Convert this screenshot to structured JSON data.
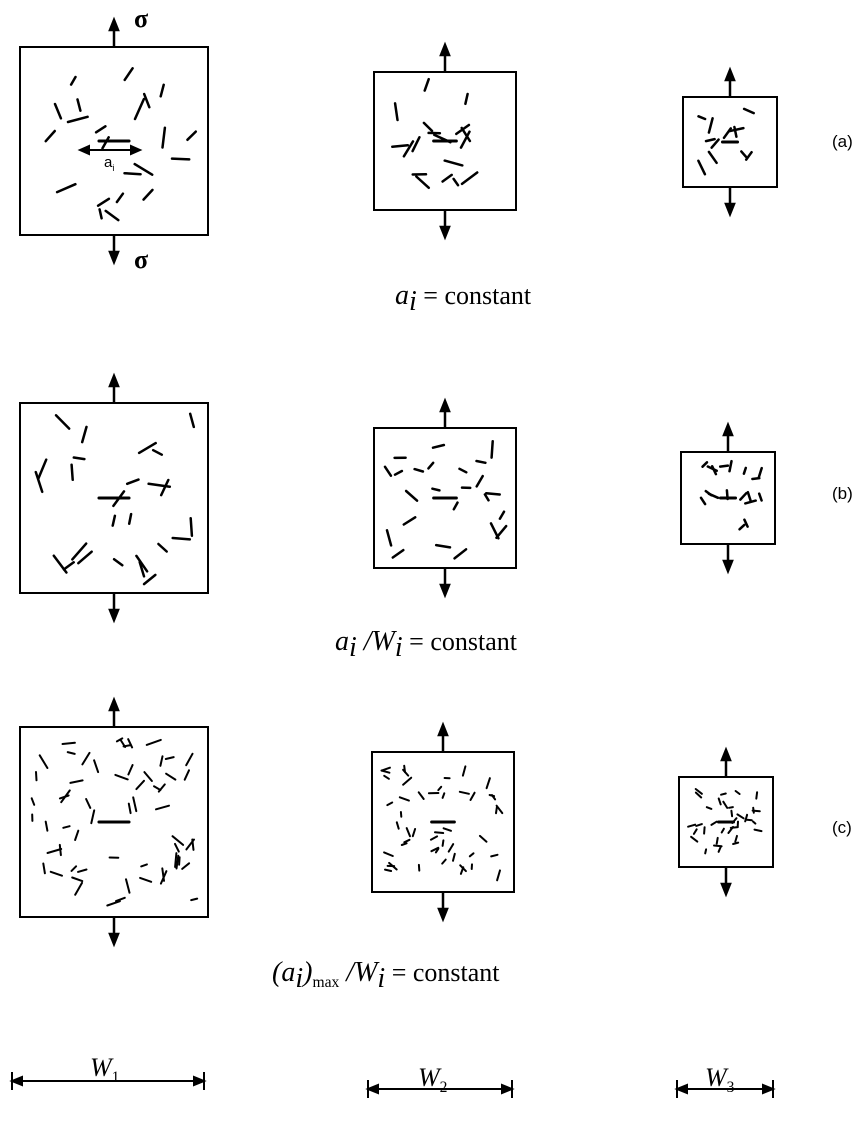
{
  "rows": [
    {
      "case_label": "(a)",
      "caption_main": "a",
      "caption_sub": "i",
      "caption_rest": " = constant"
    },
    {
      "case_label": "(b)",
      "caption_main": "a",
      "caption_sub": "i",
      "caption_rest": " /W",
      "caption_sub2": "i",
      "caption_rest2": " = constant"
    },
    {
      "case_label": "(c)",
      "caption_main": "(a",
      "caption_sub": "i",
      "caption_rest": ")",
      "caption_sub2": "max",
      "caption_rest2": " /W",
      "caption_sub3": "i",
      "caption_rest3": " = constant"
    }
  ],
  "stress": {
    "top": "σ",
    "bottom": "σ"
  },
  "crack_label": {
    "main": "a",
    "sub": "i"
  },
  "widths": [
    {
      "main": "W",
      "sub": "1"
    },
    {
      "main": "W",
      "sub": "2"
    },
    {
      "main": "W",
      "sub": "3"
    }
  ]
}
